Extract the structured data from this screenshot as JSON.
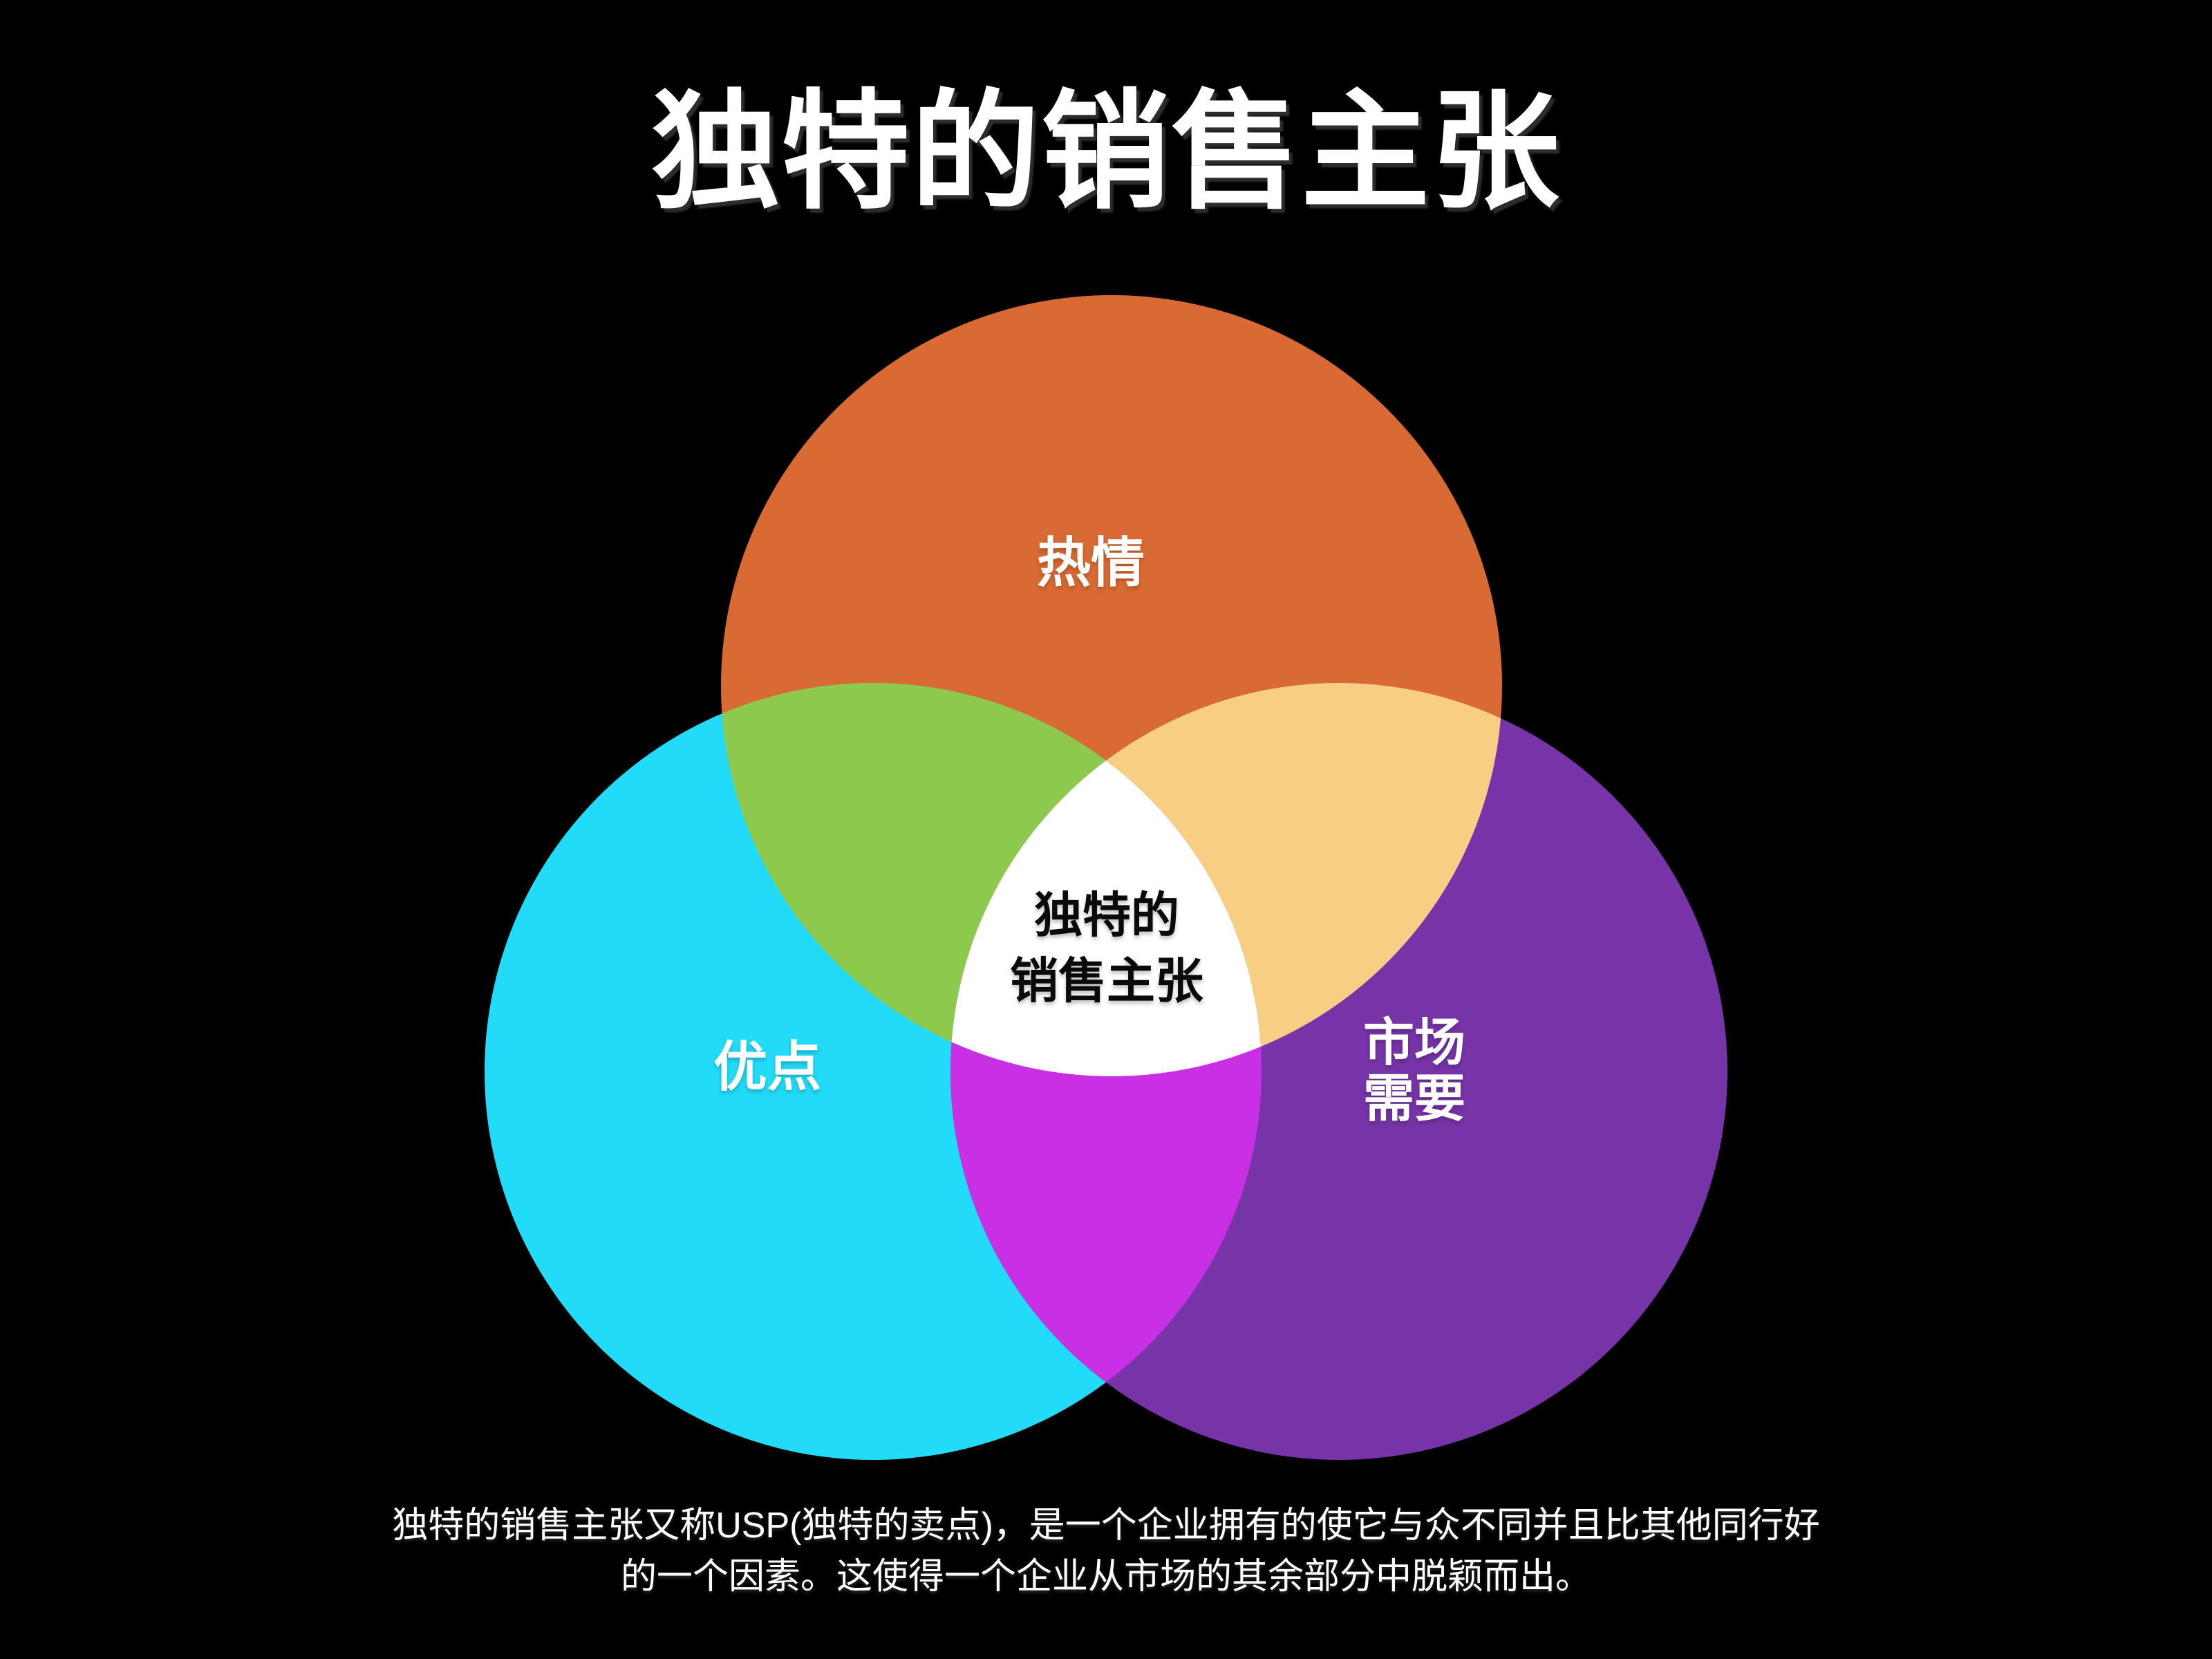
{
  "title": "独特的销售主张",
  "background_color": "#000000",
  "diagram": {
    "circle_top": {
      "label": "热情",
      "color": "#D96A33"
    },
    "circle_left": {
      "label": "优点",
      "color": "#22DBF8"
    },
    "circle_right": {
      "label_line1": "市场",
      "label_line2": "需要",
      "color": "#7634A8"
    },
    "overlap_top_left": {
      "color": "#8DC94C"
    },
    "overlap_top_right": {
      "color": "#F8CE85"
    },
    "overlap_left_right": {
      "color": "#C92FE5"
    },
    "center": {
      "label_line1": "独特的",
      "label_line2": "销售主张",
      "color": "#FFFFFF",
      "text_color": "#0A0A0A"
    }
  },
  "footer": {
    "line1": "独特的销售主张又称USP(独特的卖点)，是一个企业拥有的使它与众不同并且比其他同行好",
    "line2": "的一个因素。这使得一个企业从市场的其余部分中脱颖而出。"
  }
}
